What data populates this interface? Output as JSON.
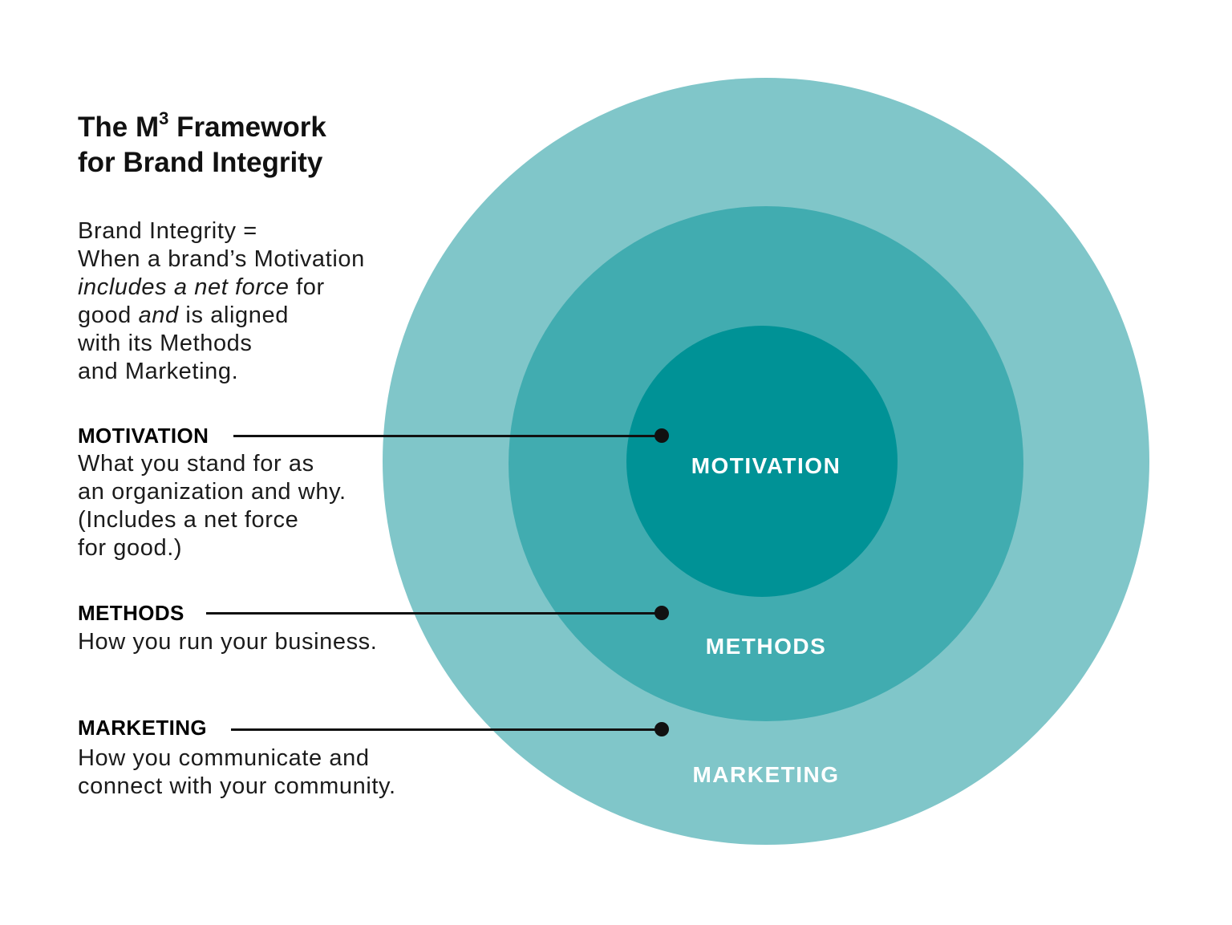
{
  "title": {
    "part1": "The M",
    "superscript": "3",
    "part2": " Framework",
    "line2": "for Brand Integrity"
  },
  "definition": {
    "line1": "Brand Integrity =",
    "line2": "When a brand’s Motivation",
    "line3": {
      "italic": "includes a net force",
      "rest": " for"
    },
    "line4": {
      "pre": "good ",
      "italic": "and",
      "rest": " is aligned"
    },
    "line5": "with its Methods",
    "line6": "and Marketing."
  },
  "sections": [
    {
      "id": "motivation",
      "heading": "MOTIVATION",
      "lines": [
        "What you stand for as",
        "an organization and why.",
        "(Includes a net force",
        "for good.)"
      ]
    },
    {
      "id": "methods",
      "heading": "METHODS",
      "lines": [
        "How you run your business."
      ]
    },
    {
      "id": "marketing",
      "heading": "MARKETING",
      "lines": [
        "How you communicate and",
        "connect with your community."
      ]
    }
  ],
  "diagram": {
    "rings": [
      {
        "name": "marketing",
        "label": "MARKETING",
        "color": "#80C6C9"
      },
      {
        "name": "methods",
        "label": "METHODS",
        "color": "#41ACB0"
      },
      {
        "name": "motivation",
        "label": "MOTIVATION",
        "color": "#009296"
      }
    ],
    "label_color": "#FFFFFF",
    "connector_color": "#111111",
    "background_color": "#FFFFFF"
  }
}
